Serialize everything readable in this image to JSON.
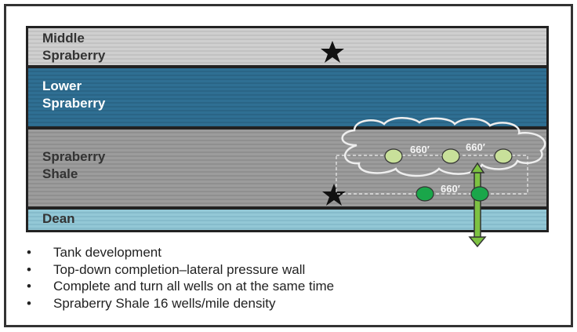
{
  "layers": [
    {
      "label_line1": "Middle",
      "label_line2": "Spraberry"
    },
    {
      "label_line1": "Lower",
      "label_line2": "Spraberry"
    },
    {
      "label_line1": "Spraberry",
      "label_line2": "Shale"
    },
    {
      "label_line1": "Dean"
    }
  ],
  "spacing_labels": [
    "660′",
    "660′",
    "660′"
  ],
  "bullets": [
    "Tank development",
    "Top-down completion–lateral pressure wall",
    "Complete and turn all wells on at the same time",
    "Spraberry Shale 16 wells/mile density"
  ],
  "bullet_char": "•"
}
